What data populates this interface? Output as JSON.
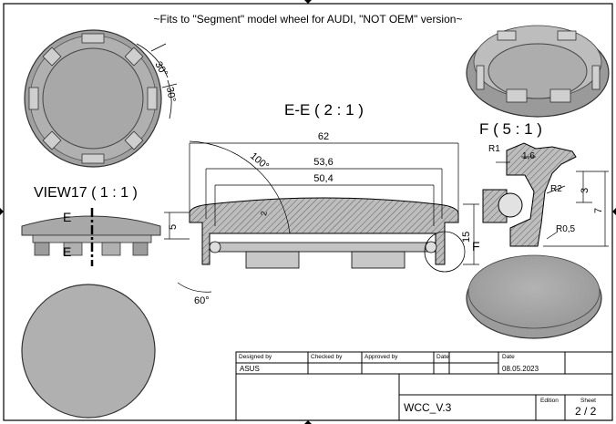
{
  "header": {
    "note": "~Fits to \"Segment\" model wheel for AUDI, \"NOT OEM\" version~"
  },
  "views": {
    "section_title": "E-E ( 2 : 1 )",
    "detail_title": "F ( 5 : 1 )",
    "view17_title": "VIEW17 ( 1 : 1 )",
    "section_marker": "E",
    "detail_marker": "F"
  },
  "dimensions": {
    "angle_top_a": "30°",
    "angle_top_b": "30°",
    "dia_62": "62",
    "dia_53_6": "53,6",
    "dia_50_4": "50,4",
    "radius_100": "100°",
    "height_5": "5",
    "thick_2": "2",
    "height_15": "15",
    "angle_60": "60°",
    "r1": "R1",
    "d_1_6": "1,6",
    "r2": "R2",
    "d_3": "3",
    "d_7": "7",
    "r0_5": "R0,5"
  },
  "title_block": {
    "designed_by_label": "Designed by",
    "designed_by_value": "ASUS",
    "checked_by_label": "Checked by",
    "approved_by_label": "Approved by",
    "date_label_1": "Date",
    "date_label_2": "Date",
    "date_value": "08.05.2023",
    "drawing_name": "WCC_V.3",
    "edition_label": "Edition",
    "sheet_label": "Sheet",
    "sheet_value": "2 / 2"
  },
  "colors": {
    "part_fill": "#a9a9a9",
    "part_dark": "#7a7a7a",
    "line": "#000000",
    "accent": "#c00000"
  }
}
